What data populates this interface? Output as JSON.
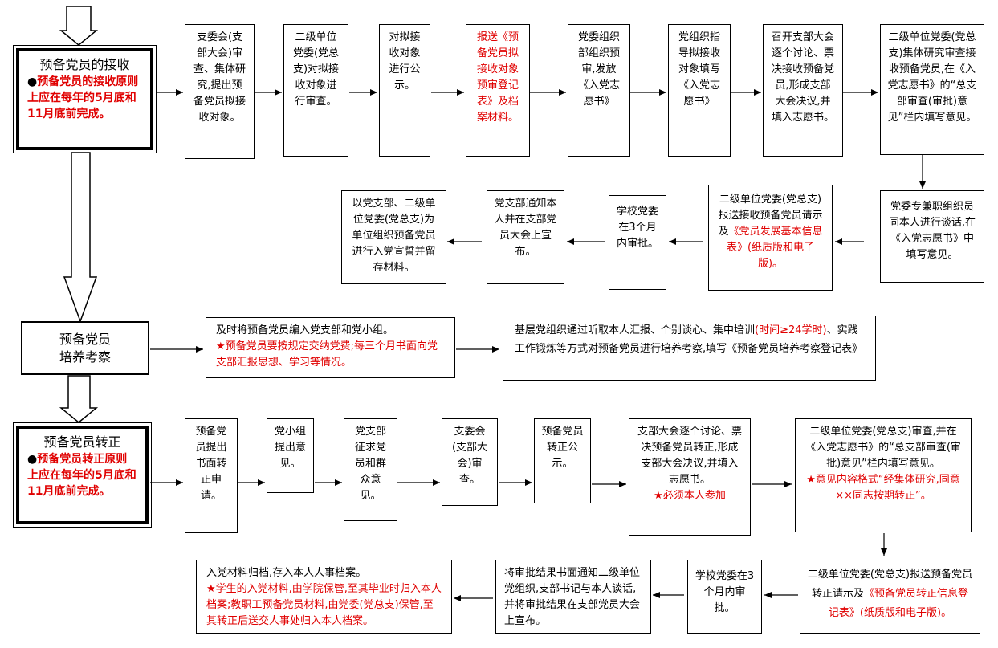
{
  "stage1": {
    "title": "预备党员的接收",
    "bullet": "●",
    "note": "预备党员的接收原则上应在每年的5月底和11月底前完成。"
  },
  "stage2": {
    "title_line1": "预备党员",
    "title_line2": "培养考察"
  },
  "stage3": {
    "title": "预备党员转正",
    "bullet": "●",
    "note": "预备党员转正原则上应在每年的5月底和11月底前完成。"
  },
  "row1": [
    {
      "text": "支委会(支部大会)审查、集体研究,提出预备党员拟接收对象。"
    },
    {
      "text": "二级单位党委(党总支)对拟接收对象进行审查。"
    },
    {
      "text": "对拟接收对象进行公示。"
    },
    {
      "text": "报送《预备党员拟接收对象预审登记表》及档案材料。"
    },
    {
      "text": "党委组织部组织预审,发放《入党志愿书》"
    },
    {
      "text": "党组织指导拟接收对象填写《入党志愿书》"
    },
    {
      "text": "召开支部大会逐个讨论、票决接收预备党员,形成支部大会决议,并填入志愿书。"
    },
    {
      "text": "二级单位党委(党总支)集体研究审查接收预备党员,在《入党志愿书》的“总支部审查(审批)意见”栏内填写意见。"
    }
  ],
  "row2": {
    "talk": "党委专兼职组织员同本人进行谈话,在《入党志愿书》中填写意见。",
    "report_pre": "二级单位党委(党总支)报送接收预备党员请示及",
    "report_red": "《党员发展基本信息表》(纸质版和电子版)。",
    "approve": "学校党委在3个月内审批。",
    "notify": "党支部通知本人并在支部党员大会上宣布。",
    "oath": "以党支部、二级单位党委(党总支)为单位组织预备党员进行入党宣誓并留存材料。"
  },
  "row3": {
    "b1_line1": "及时将预备党员编入党支部和党小组。",
    "b1_star": "★预备党员要按规定交纳党费;每三个月书面向党支部汇报思想、学习等情况。",
    "b2_pre": "基层党组织通过听取本人汇报、个别谈心、集中培训",
    "b2_red": "(时间≥24学时)",
    "b2_post": "、实践工作锻炼等方式对预备党员进行培养考察,填写《预备党员培养考察登记表》"
  },
  "row4": [
    {
      "text": "预备党员提出书面转正申请。"
    },
    {
      "text": "党小组提出意见。"
    },
    {
      "text": "党支部征求党员和群众意见。"
    },
    {
      "text": "支委会(支部大会)审查。"
    },
    {
      "text": "预备党员转正公示。"
    }
  ],
  "row4b": {
    "meeting": "支部大会逐个讨论、票决预备党员转正,形成支部大会决议,并填入志愿书。",
    "meeting_star": "★必须本人参加",
    "review": "二级单位党委(党总支)审查,并在《入党志愿书》的“总支部审查(审批)意见”栏内填写意见。",
    "review_star": "★意见内容格式“经集体研究,同意××同志按期转正”。"
  },
  "row5": {
    "archive": "入党材料归档,存入本人人事档案。",
    "archive_star": "★学生的入党材料,由学院保管,至其毕业时归入本人档案;教职工预备党员材料,由党委(党总支)保管,至其转正后送交人事处归入本人档案。",
    "notify": "将审批结果书面通知二级单位党组织,支部书记与本人谈话,并将审批结果在支部党员大会上宣布。",
    "approve": "学校党委在3个月内审批。",
    "report_pre": "二级单位党委(党总支)报送预备党员转正请示及",
    "report_red": "《预备党员转正信息登记表》(纸质版和电子版)。"
  }
}
